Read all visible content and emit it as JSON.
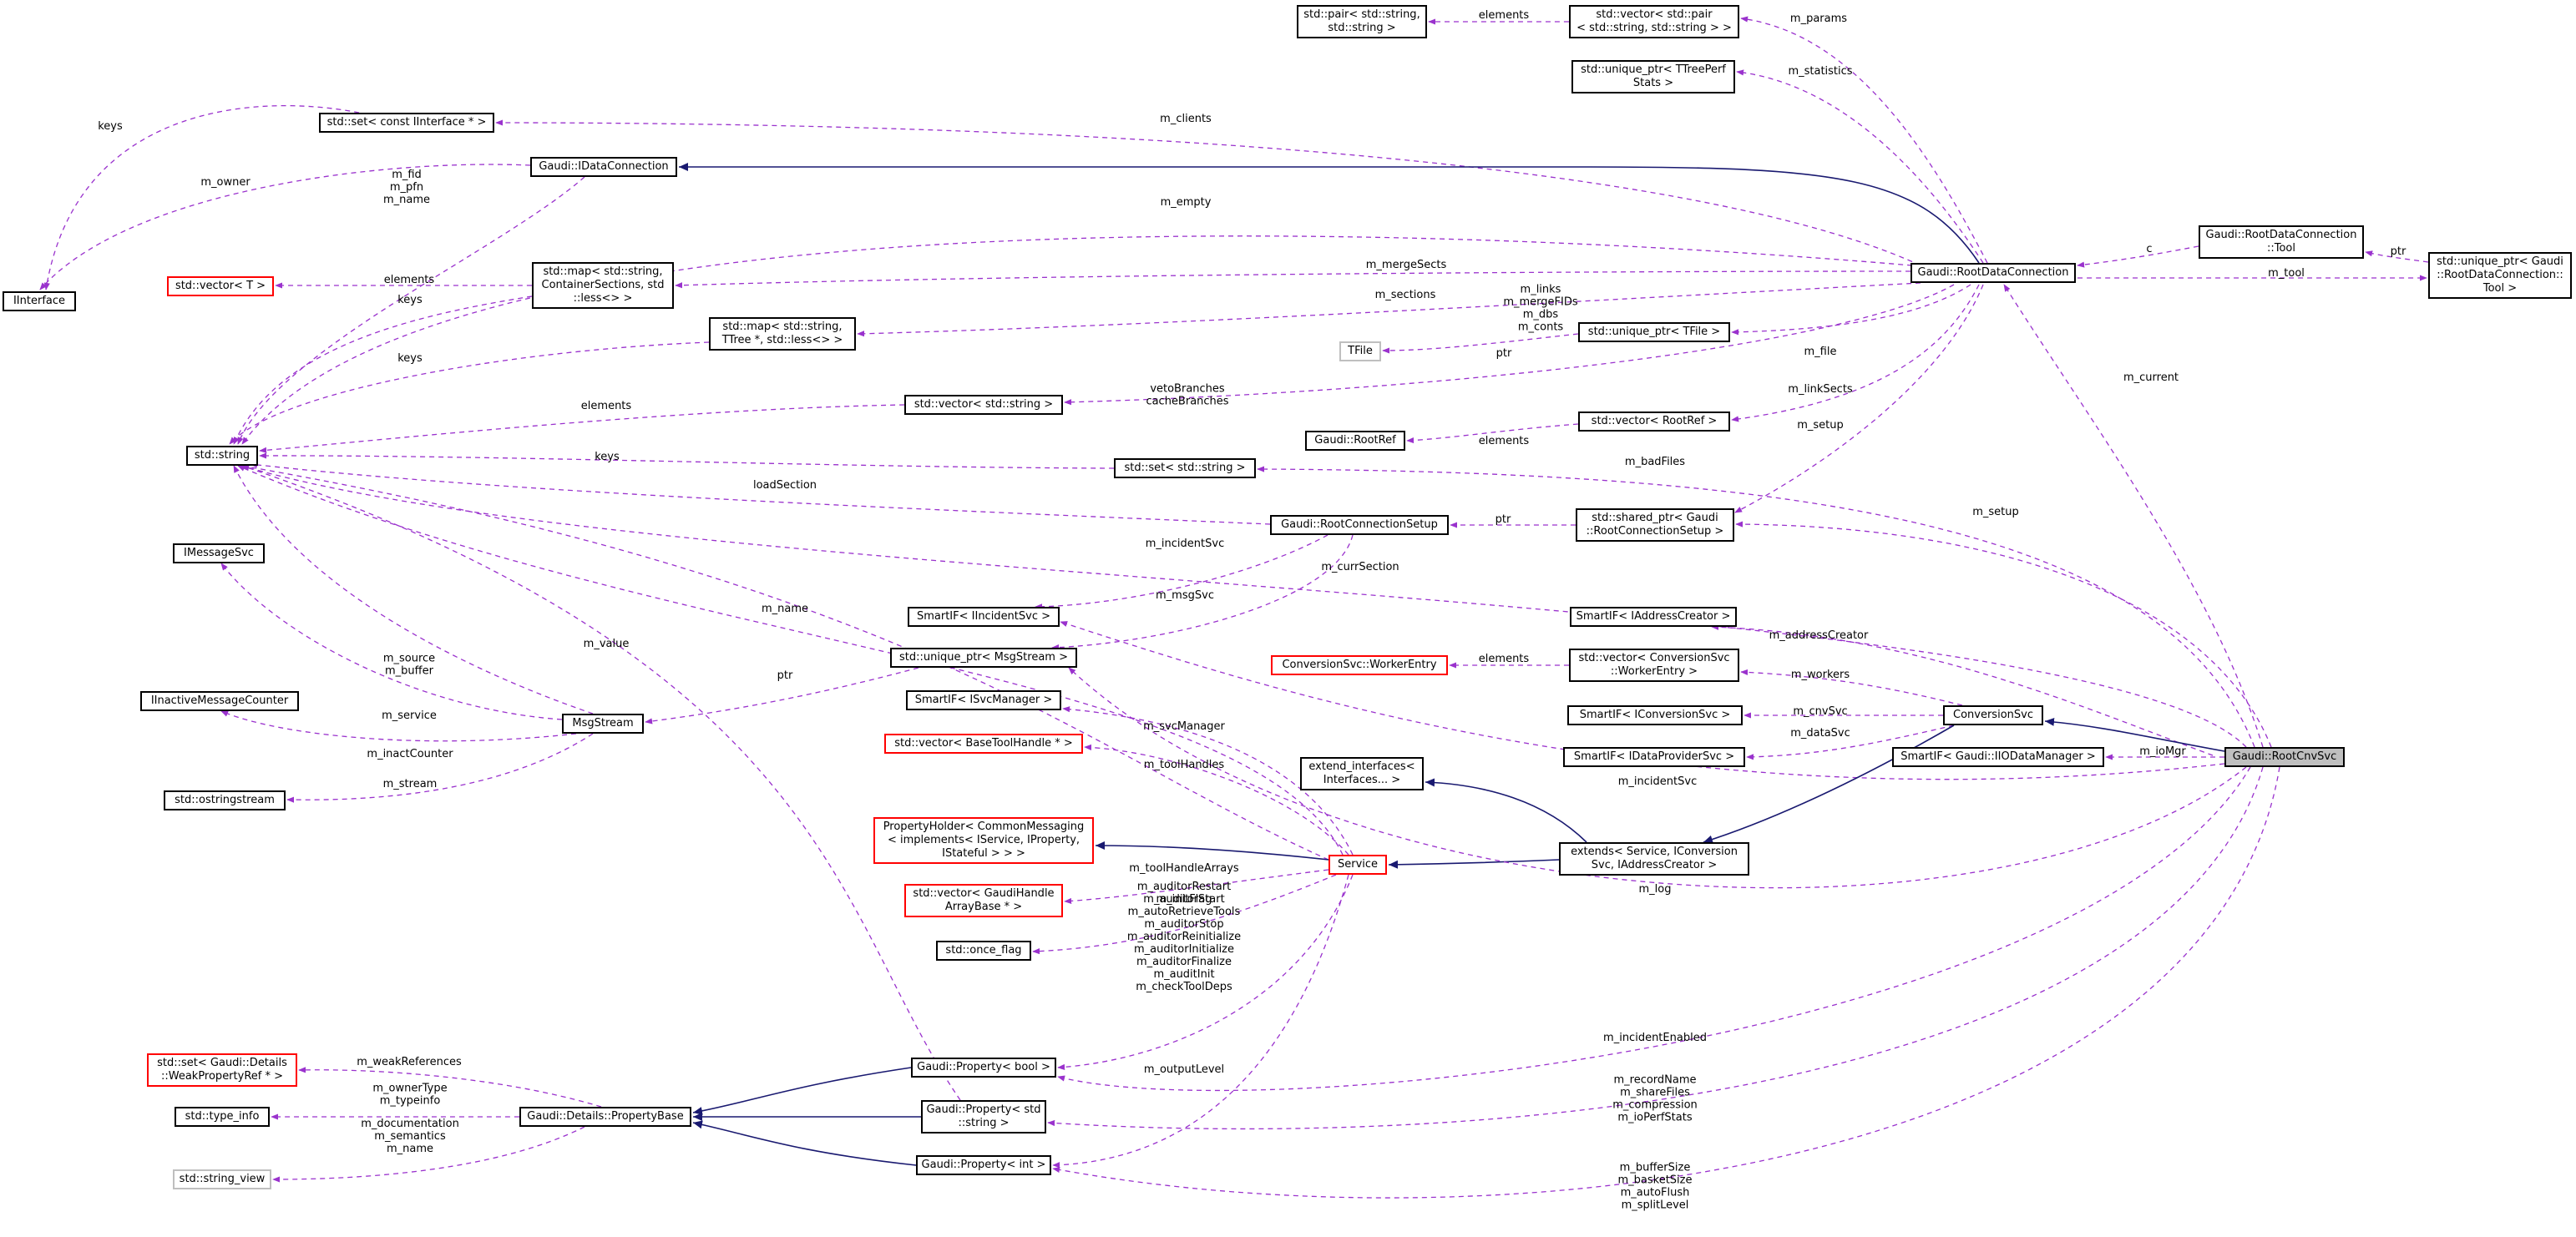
{
  "colors": {
    "inherit": "#191970",
    "usage": "#9a32cd",
    "missing": "#ff0000",
    "template": "#bfbfbf",
    "focus_fill": "#bfbfbf"
  },
  "nodes": {
    "n_pair": "std::pair< std::string,\nstd::string >",
    "n_vecpair": "std::vector< std::pair\n< std::string, std::string > >",
    "n_uptreeperf": "std::unique_ptr< TTreePerf\nStats >",
    "n_setiface": "std::set< const IInterface * >",
    "n_iinterface": "IInterface",
    "n_idataconn": "Gaudi::IDataConnection",
    "n_vecT": "std::vector< T >",
    "n_mapcont": "std::map< std::string,\nContainerSections, std\n::less<> >",
    "n_rootdataconn": "Gaudi::RootDataConnection",
    "n_rdctool": "Gaudi::RootDataConnection\n::Tool",
    "n_uprdctool": "std::unique_ptr< Gaudi\n::RootDataConnection::\nTool >",
    "n_maptree": "std::map< std::string,\nTTree *, std::less<> >",
    "n_vecstr": "std::vector< std::string >",
    "n_tfile": "TFile",
    "n_uptfile": "std::unique_ptr< TFile >",
    "n_rootref": "Gaudi::RootRef",
    "n_vecrootref": "std::vector< RootRef >",
    "n_string": "std::string",
    "n_setstr": "std::set< std::string >",
    "n_rcsetup": "Gaudi::RootConnectionSetup",
    "n_shrcsetup": "std::shared_ptr< Gaudi\n::RootConnectionSetup >",
    "n_imsgsvc": "IMessageSvc",
    "n_spincident": "SmartIF< IIncidentSvc >",
    "n_upmsg": "std::unique_ptr< MsgStream >",
    "n_spaddr": "SmartIF< IAddressCreator >",
    "n_workerentry": "ConversionSvc::WorkerEntry",
    "n_vecworker": "std::vector< ConversionSvc\n::WorkerEntry >",
    "n_iinactive": "IInactiveMessageCounter",
    "n_msgstream": "MsgStream",
    "n_spsvcmgr": "SmartIF< ISvcManager >",
    "n_spconv": "SmartIF< IConversionSvc >",
    "n_convsvc": "ConversionSvc",
    "n_vectoolhandle": "std::vector< BaseToolHandle * >",
    "n_spprovider": "SmartIF< IDataProviderSvc >",
    "n_spiodm": "SmartIF< Gaudi::IIODataManager >",
    "n_rootcnv": "Gaudi::RootCnvSvc",
    "n_ostream": "std::ostringstream",
    "n_extiface": "extend_interfaces<\nInterfaces... >",
    "n_propholder": "PropertyHolder< CommonMessaging\n< implements< IService, IProperty,\nIStateful > > >",
    "n_service": "Service",
    "n_extends": "extends< Service, IConversion\nSvc, IAddressCreator >",
    "n_vechandlearr": "std::vector< GaudiHandle\nArrayBase * >",
    "n_onceflag": "std::once_flag",
    "n_setweak": "std::set< Gaudi::Details\n::WeakPropertyRef * >",
    "n_propbool": "Gaudi::Property< bool >",
    "n_typeinfo": "std::type_info",
    "n_propbase": "Gaudi::Details::PropertyBase",
    "n_propstring": "Gaudi::Property< std\n::string >",
    "n_strview": "std::string_view",
    "n_propint": "Gaudi::Property< int >"
  },
  "labels": {
    "l_elements_pair": "elements",
    "l_params": "m_params",
    "l_statistics": "m_statistics",
    "l_keys_iface": "keys",
    "l_clients": "m_clients",
    "l_owner": "m_owner",
    "l_fid": "m_fid\nm_pfn\nm_name",
    "l_empty": "m_empty",
    "l_c": "c",
    "l_ptr_tool": "ptr",
    "l_elements_vecT": "elements",
    "l_mergesects": "m_mergeSects",
    "l_tool": "m_tool",
    "l_keys_map": "keys",
    "l_sections": "m_sections",
    "l_links": "m_links\nm_mergeFIDs\nm_dbs\nm_conts",
    "l_keys_tree": "keys",
    "l_veto": "vetoBranches\ncacheBranches",
    "l_elements_vecstr": "elements",
    "l_file": "m_file",
    "l_ptr_tfile": "ptr",
    "l_linksects": "m_linkSects",
    "l_elements_rootref": "elements",
    "l_current": "m_current",
    "l_keys_set": "keys",
    "l_setup_top": "m_setup",
    "l_badfiles": "m_badFiles",
    "l_loadsection": "loadSection",
    "l_ptr_setup": "ptr",
    "l_setup": "m_setup",
    "l_incidentsvc_top": "m_incidentSvc",
    "l_currsection": "m_currSection",
    "l_msgsvc": "m_msgSvc",
    "l_name": "m_name",
    "l_value": "m_value",
    "l_addresscreator": "m_addressCreator",
    "l_source": "m_source\nm_buffer",
    "l_ptr_msg": "ptr",
    "l_elements_worker": "elements",
    "l_workers": "m_workers",
    "l_service": "m_service",
    "l_svcmanager": "m_svcManager",
    "l_cnvsvc": "m_cnvSvc",
    "l_inactcounter": "m_inactCounter",
    "l_datasvc": "m_dataSvc",
    "l_toolhandles": "m_toolHandles",
    "l_iomgr": "m_ioMgr",
    "l_stream": "m_stream",
    "l_incidentsvc": "m_incidentSvc",
    "l_toolhandlearrays": "m_toolHandleArrays",
    "l_log": "m_log",
    "l_initflag": "m_initFlag",
    "l_auditor": "m_auditorRestart\nm_auditorStart\nm_autoRetrieveTools\nm_auditorStop\nm_auditorReinitialize\nm_auditorInitialize\nm_auditorFinalize\nm_auditInit\nm_checkToolDeps",
    "l_incidentenabled": "m_incidentEnabled",
    "l_weakrefs": "m_weakReferences",
    "l_outputlevel": "m_outputLevel",
    "l_ownertype": "m_ownerType\nm_typeinfo",
    "l_documentation": "m_documentation\nm_semantics\nm_name",
    "l_recordname": "m_recordName\nm_shareFiles\nm_compression\nm_ioPerfStats",
    "l_buffersize": "m_bufferSize\nm_basketSize\nm_autoFlush\nm_splitLevel"
  }
}
